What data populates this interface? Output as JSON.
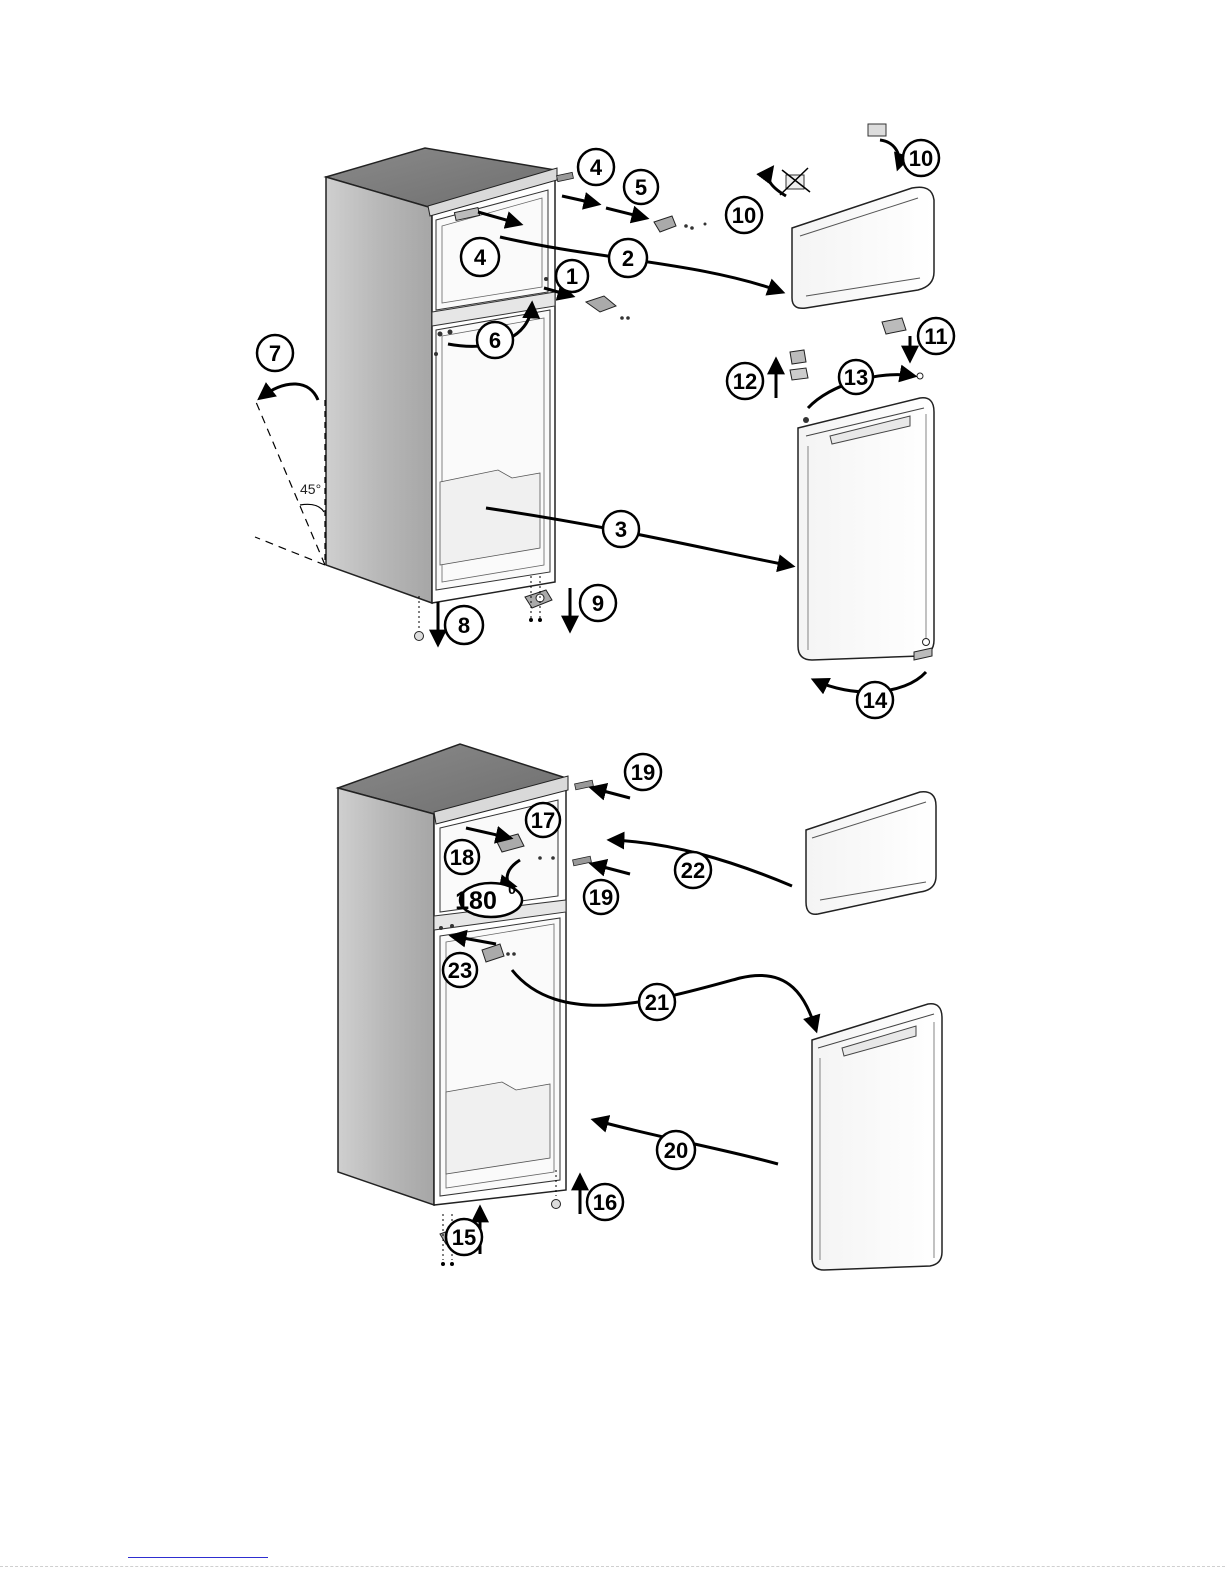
{
  "steps": {
    "s1": "1",
    "s2": "2",
    "s3": "3",
    "s4a": "4",
    "s4b": "4",
    "s5": "5",
    "s6": "6",
    "s7": "7",
    "s8": "8",
    "s9": "9",
    "s10a": "10",
    "s10b": "10",
    "s11": "11",
    "s12": "12",
    "s13": "13",
    "s14": "14",
    "s15": "15",
    "s16": "16",
    "s17": "17",
    "s18": "18",
    "s19a": "19",
    "s19b": "19",
    "s20": "20",
    "s21": "21",
    "s22": "22",
    "s23": "23"
  },
  "angle_label": "45°",
  "rotation_label": "180",
  "rotation_unit": "0"
}
